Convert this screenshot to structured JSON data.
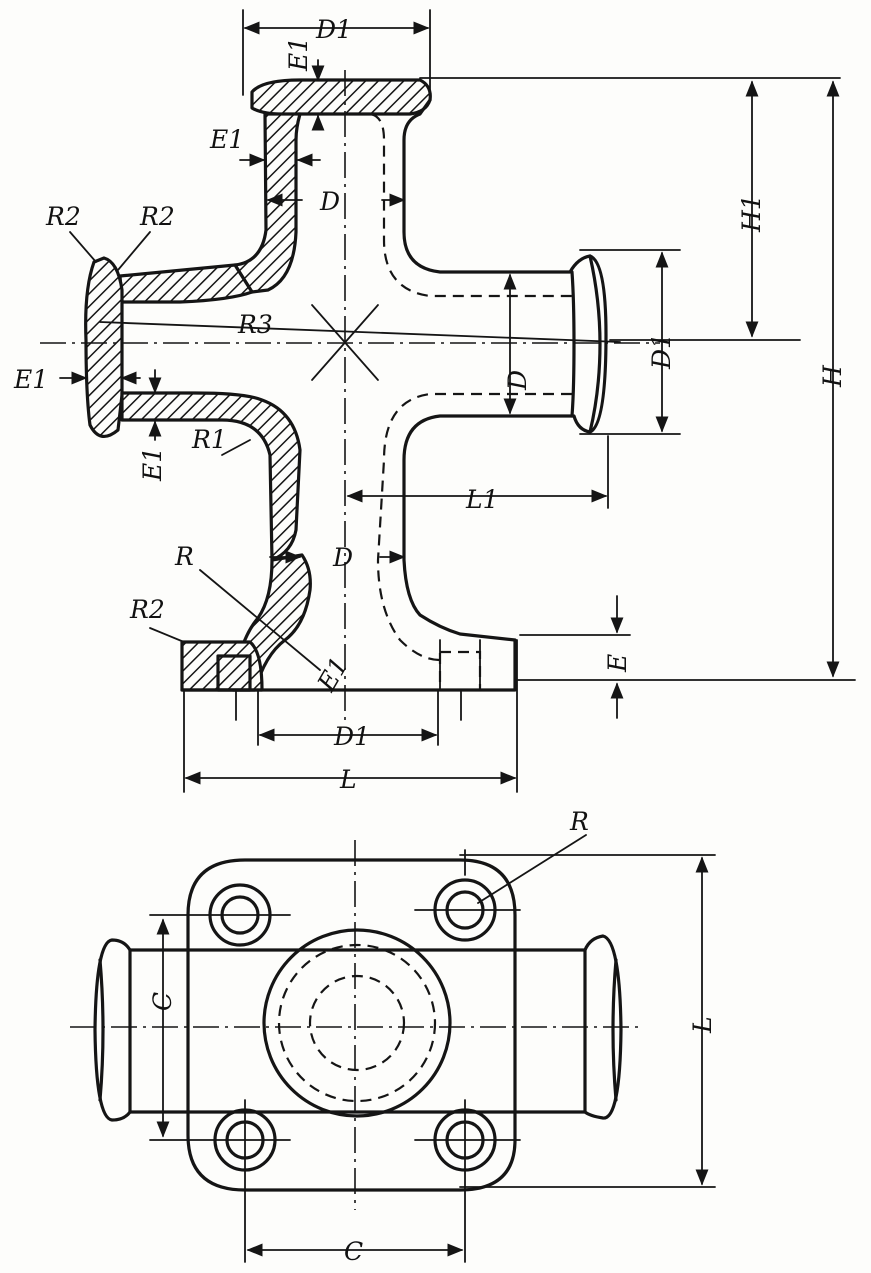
{
  "labels": {
    "D1_top": "D1",
    "E1_top": "E1",
    "E1_upper": "E1",
    "D_upper": "D",
    "R2_left": "R2",
    "R2_right": "R2",
    "R3": "R3",
    "E1_left": "E1",
    "E1_lower": "E1",
    "R1": "R1",
    "D_right": "D",
    "D1_right": "D1",
    "L1": "L1",
    "H1": "H1",
    "H": "H",
    "R_mid": "R",
    "D_lower": "D",
    "R2_bottom": "R2",
    "E1_bottom": "E1",
    "E": "E",
    "D1_bottom": "D1",
    "L_bottom": "L",
    "R_plan": "R",
    "C_left": "C",
    "L_right": "L",
    "C_bottom": "C"
  }
}
